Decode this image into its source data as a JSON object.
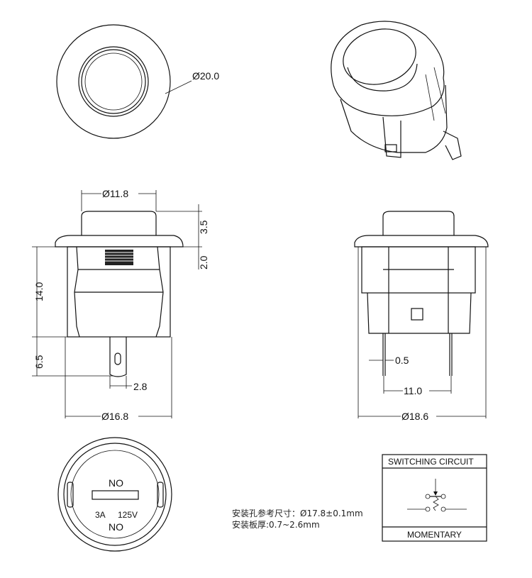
{
  "dimensions": {
    "top_diameter": "Ø20.0",
    "button_diameter": "Ø11.8",
    "button_height": "3.5",
    "flange_thickness": "2.0",
    "body_height": "14.0",
    "pin_length": "6.5",
    "pin_width": "2.8",
    "body_diameter": "Ø16.8",
    "pin_thickness": "0.5",
    "pin_spacing": "11.0",
    "flange_diameter": "Ø18.6"
  },
  "bottom_view": {
    "top_label": "NO",
    "rating_current": "3A",
    "rating_voltage": "125V",
    "bottom_label": "NO"
  },
  "notes": {
    "mount_hole": "安装孔参考尺寸：Ø17.8±0.1mm",
    "panel_thickness": "安装板厚:0.7~2.6mm"
  },
  "circuit_box": {
    "title": "SWITCHING CIRCUIT",
    "type": "MOMENTARY"
  }
}
